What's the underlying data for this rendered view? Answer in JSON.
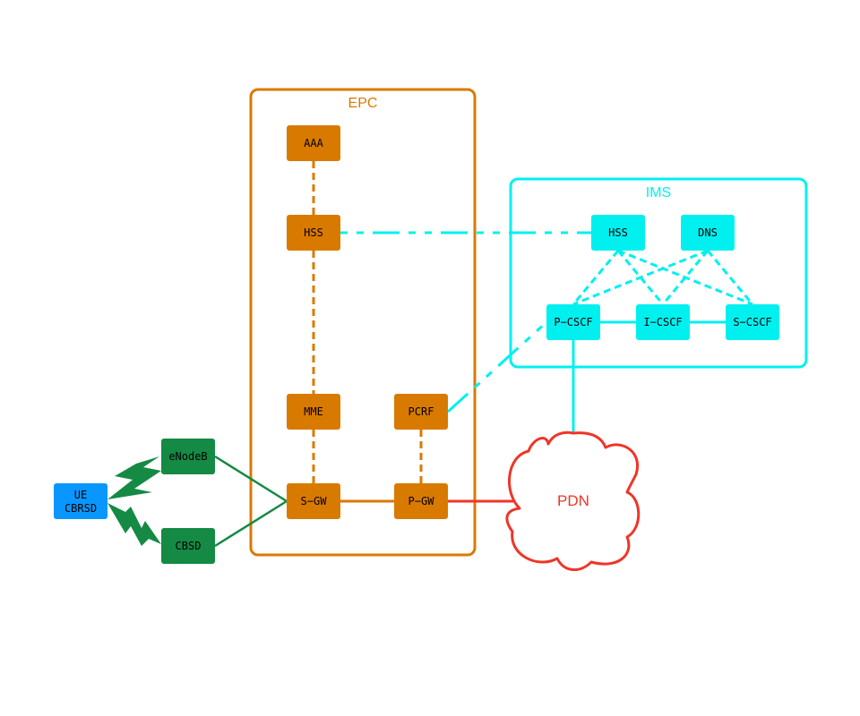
{
  "colors": {
    "epc": "#d97a00",
    "ims": "#00f0f0",
    "access": "#148a44",
    "ue": "#0a96ff",
    "pdn": "#ee3528"
  },
  "groups": {
    "epc": {
      "label": "EPC"
    },
    "ims": {
      "label": "IMS"
    }
  },
  "nodes": {
    "aaa": {
      "label": "AAA"
    },
    "epc_hss": {
      "label": "HSS"
    },
    "mme": {
      "label": "MME"
    },
    "pcrf": {
      "label": "PCRF"
    },
    "sgw": {
      "label": "S−GW"
    },
    "pgw": {
      "label": "P−GW"
    },
    "ims_hss": {
      "label": "HSS"
    },
    "dns": {
      "label": "DNS"
    },
    "pcscf": {
      "label": "P−CSCF"
    },
    "icscf": {
      "label": "I−CSCF"
    },
    "scscf": {
      "label": "S−CSCF"
    },
    "enodeb": {
      "label": "eNodeB"
    },
    "cbsd": {
      "label": "CBSD"
    },
    "ue": {
      "label_line1": "UE",
      "label_line2": "CBRSD"
    }
  },
  "cloud": {
    "label": "PDN"
  },
  "links": [
    {
      "from": "AAA",
      "to": "HSS (EPC)",
      "style": "dashed"
    },
    {
      "from": "HSS (EPC)",
      "to": "MME",
      "style": "dashed"
    },
    {
      "from": "MME",
      "to": "S−GW",
      "style": "dashed"
    },
    {
      "from": "PCRF",
      "to": "P−GW",
      "style": "dashed"
    },
    {
      "from": "S−GW",
      "to": "P−GW",
      "style": "solid"
    },
    {
      "from": "HSS (EPC)",
      "to": "HSS (IMS)",
      "style": "dash-dot"
    },
    {
      "from": "PCRF",
      "to": "P−CSCF",
      "style": "dash-dot"
    },
    {
      "from": "P−CSCF",
      "to": "I−CSCF",
      "style": "solid"
    },
    {
      "from": "I−CSCF",
      "to": "S−CSCF",
      "style": "solid"
    },
    {
      "from": "HSS (IMS)",
      "to": "P−CSCF",
      "style": "dashed"
    },
    {
      "from": "HSS (IMS)",
      "to": "I−CSCF",
      "style": "dashed"
    },
    {
      "from": "HSS (IMS)",
      "to": "S−CSCF",
      "style": "dashed"
    },
    {
      "from": "DNS",
      "to": "P−CSCF",
      "style": "dashed"
    },
    {
      "from": "DNS",
      "to": "I−CSCF",
      "style": "dashed"
    },
    {
      "from": "DNS",
      "to": "S−CSCF",
      "style": "dashed"
    },
    {
      "from": "P−CSCF",
      "to": "PDN",
      "style": "solid"
    },
    {
      "from": "P−GW",
      "to": "PDN",
      "style": "solid"
    },
    {
      "from": "eNodeB",
      "to": "S−GW",
      "style": "solid"
    },
    {
      "from": "CBSD",
      "to": "S−GW",
      "style": "solid"
    },
    {
      "from": "UE CBRSD",
      "to": "eNodeB",
      "style": "wireless"
    },
    {
      "from": "UE CBRSD",
      "to": "CBSD",
      "style": "wireless"
    }
  ]
}
